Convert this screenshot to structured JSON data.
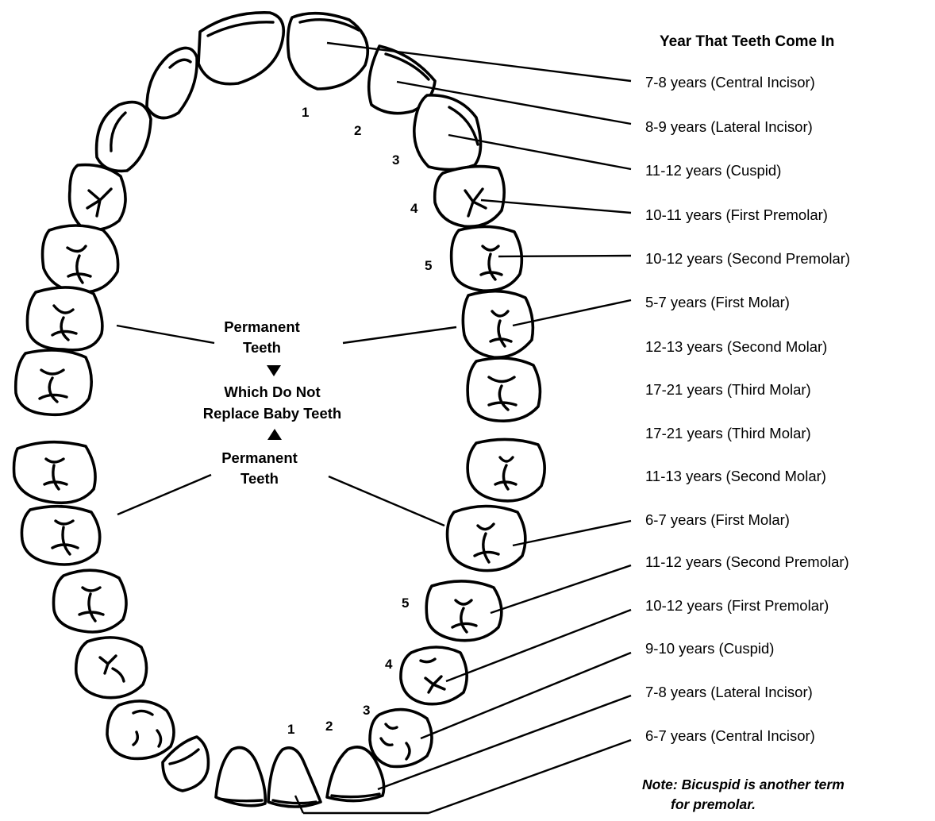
{
  "header": "Year That Teeth Come In",
  "upper_labels": [
    "7-8 years (Central Incisor)",
    "8-9 years (Lateral Incisor)",
    "11-12 years (Cuspid)",
    "10-11 years (First Premolar)",
    "10-12 years (Second Premolar)",
    "5-7 years (First Molar)",
    "12-13 years (Second Molar)",
    "17-21 years (Third Molar)"
  ],
  "lower_labels": [
    "17-21 years (Third Molar)",
    "11-13 years (Second Molar)",
    "6-7 years (First Molar)",
    "11-12 years (Second Premolar)",
    "10-12 years (First Premolar)",
    "9-10 years (Cuspid)",
    "7-8 years (Lateral Incisor)",
    "6-7 years (Central Incisor)"
  ],
  "center": {
    "permanent_upper_1": "Permanent",
    "permanent_upper_2": "Teeth",
    "middle_1": "Which Do Not",
    "middle_2": "Replace Baby Teeth",
    "permanent_lower_1": "Permanent",
    "permanent_lower_2": "Teeth"
  },
  "note": {
    "line1": "Note: Bicuspid is another term",
    "line2": "for premolar."
  },
  "upper_numbers": [
    "1",
    "2",
    "3",
    "4",
    "5"
  ],
  "lower_numbers": [
    "5",
    "4",
    "3",
    "2",
    "1"
  ]
}
